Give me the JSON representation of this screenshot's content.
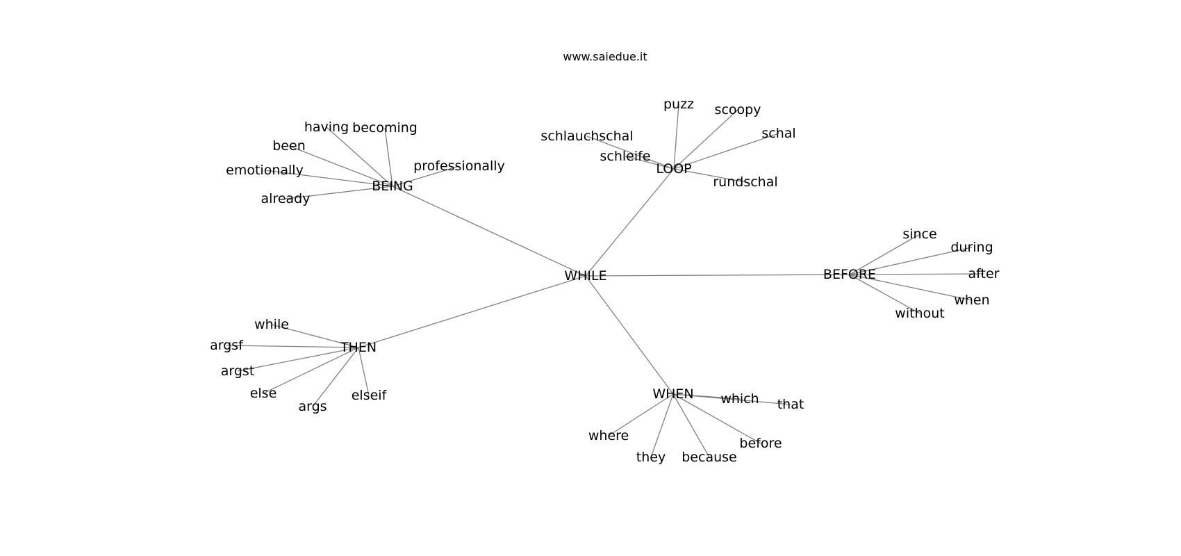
{
  "title": "www.saiedue.it",
  "graph": {
    "root": "WHILE",
    "hubs": [
      {
        "label": "BEING",
        "leaves": [
          "having",
          "becoming",
          "been",
          "emotionally",
          "already",
          "professionally"
        ]
      },
      {
        "label": "LOOP",
        "leaves": [
          "puzz",
          "scoopy",
          "schlauchschal",
          "schleife",
          "schal",
          "rundschal"
        ]
      },
      {
        "label": "BEFORE",
        "leaves": [
          "since",
          "during",
          "after",
          "when",
          "without"
        ]
      },
      {
        "label": "THEN",
        "leaves": [
          "while",
          "argsf",
          "argst",
          "else",
          "args",
          "elseif"
        ]
      },
      {
        "label": "WHEN",
        "leaves": [
          "which",
          "that",
          "where",
          "they",
          "because",
          "before"
        ]
      }
    ]
  },
  "colors": {
    "edge": "#808080",
    "text": "#000000",
    "background": "#ffffff"
  }
}
